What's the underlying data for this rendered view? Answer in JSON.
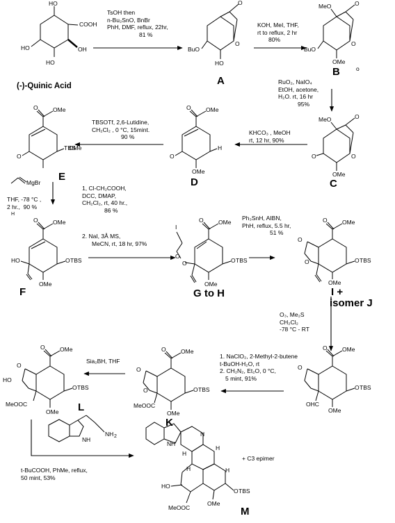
{
  "compounds": {
    "quinic": "(-)-Quinic Acid",
    "A": "A",
    "B": "B",
    "C": "C",
    "D": "D",
    "E": "E",
    "F": "F",
    "GH": "G to H",
    "IJ_1": "I +",
    "IJ_2": "isomer J",
    "K": "K",
    "L": "L",
    "M": "M"
  },
  "atom_labels": {
    "quinic": [
      "COOH",
      "HO",
      "HO",
      "OH",
      "HO"
    ],
    "A": [
      "O",
      "O",
      "BuO",
      "HO"
    ],
    "B": [
      "MeO",
      "O",
      "O",
      "BuO",
      "OMe",
      "o"
    ],
    "C": [
      "MeO",
      "O",
      "O",
      "O",
      "OMe"
    ],
    "D": [
      "O",
      "OMe",
      "O",
      "H",
      "OMe"
    ],
    "E": [
      "O",
      "OMe",
      "O",
      "TBS",
      "OMe"
    ],
    "F": [
      "O",
      "OMe",
      "HO",
      "O",
      "TBS",
      "OMe"
    ],
    "G": [
      "I",
      "O",
      "O",
      "O",
      "OMe",
      "O",
      "TBS",
      "OMe"
    ],
    "IJ": [
      "O",
      "O",
      "O",
      "OMe",
      "O",
      "TBS",
      "OMe"
    ],
    "K": [
      "O",
      "O",
      "O",
      "OMe",
      "O",
      "TBS",
      "MeOOC",
      "OMe"
    ],
    "L": [
      "HO",
      "O",
      "O",
      "OMe",
      "O",
      "TBS",
      "MeOOC",
      "OMe"
    ],
    "Final": [
      "O",
      "O",
      "OMe",
      "OHC",
      "O",
      "TBS",
      "OMe"
    ],
    "indole": [
      "N",
      "H",
      "NH",
      "2"
    ],
    "M": [
      "N",
      "H",
      "H",
      "N",
      "H",
      "H",
      "H",
      "HO",
      "O",
      "TBS",
      "MeOOC",
      "OMe"
    ],
    "M_note": "+ C3 epimer",
    "vinyl_reagent": "MgBr"
  },
  "conditions": {
    "r1": [
      "TsOH then",
      "n-Bu₂SnO, BnBr",
      "PhH, DMF, reflux, 22hr,",
      "81 %"
    ],
    "r2": [
      "KOH, MeI, THF,",
      "rt to reflux, 2 hr",
      "80%"
    ],
    "r3": [
      "RuO₂, NaIO₄",
      "EtOH, acetone,",
      "H₂O. rt, 16 hr",
      "95%"
    ],
    "r4": [
      "KHCO₃ , MeOH",
      "rt, 12 hr, 90%"
    ],
    "r5": [
      "TBSOTf, 2,6-Lutidine,",
      "CH₂Cl₂ , 0 °C, 15mint.",
      "90 %"
    ],
    "r6": [
      "THF, -78 °C ,",
      "2 hr.,  90 %"
    ],
    "r6_h": "H",
    "r7a": [
      "1, Cl-CH₂COOH,",
      "DCC, DMAP,",
      "CH₂Cl₂, rt, 40 hr.,",
      "86 %"
    ],
    "r7b": [
      "2. NaI, 3Å MS,",
      "MeCN, rt, 18 hr, 97%"
    ],
    "r8": [
      "Ph₃SnH, AIBN,",
      "PhH, reflux, 5.5 hr,",
      "51 %"
    ],
    "r9": [
      "O₃, Me₂S",
      "CH₂Cl₂",
      "-78 °C - RT"
    ],
    "r10": [
      "1. NaClO₂, 2-Methyl-2-butene",
      "t-BuOH-H₂O, rt",
      "2. CH₂N₂, Et₂O, 0 °C,",
      "5 mint, 91%"
    ],
    "r11": [
      "Sia₂BH, THF"
    ],
    "r12": [
      "t-BuCOOH, PhMe, reflux,",
      "50 mint, 53%"
    ]
  }
}
